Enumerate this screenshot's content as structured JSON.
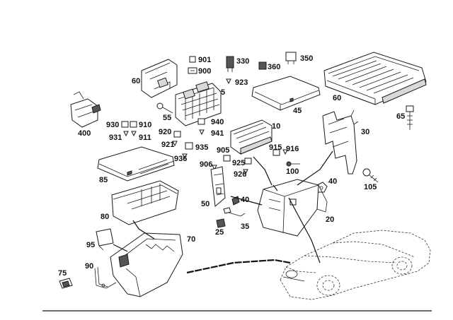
{
  "parts": {
    "p901": "901",
    "p900": "900",
    "p330": "330",
    "p350": "350",
    "p360": "360",
    "p60a": "60",
    "p60b": "60",
    "p923": "923",
    "p5": "5",
    "p400": "400",
    "p55": "55",
    "p45": "45",
    "p65": "65",
    "p930": "930",
    "p910": "910",
    "p931": "931",
    "p911": "911",
    "p940": "940",
    "p920": "920",
    "p941": "941",
    "p10": "10",
    "p30": "30",
    "p921": "921",
    "p935": "935",
    "p905": "905",
    "p915": "915",
    "p916": "916",
    "p936": "936",
    "p906": "906",
    "p925": "925",
    "p85": "85",
    "p926": "926",
    "p100": "100",
    "p40a": "40",
    "p105": "105",
    "p50": "50",
    "p40b": "40",
    "p20": "20",
    "p80": "80",
    "p35": "35",
    "p25": "25",
    "p70": "70",
    "p95": "95",
    "p75": "75",
    "p90": "90"
  }
}
